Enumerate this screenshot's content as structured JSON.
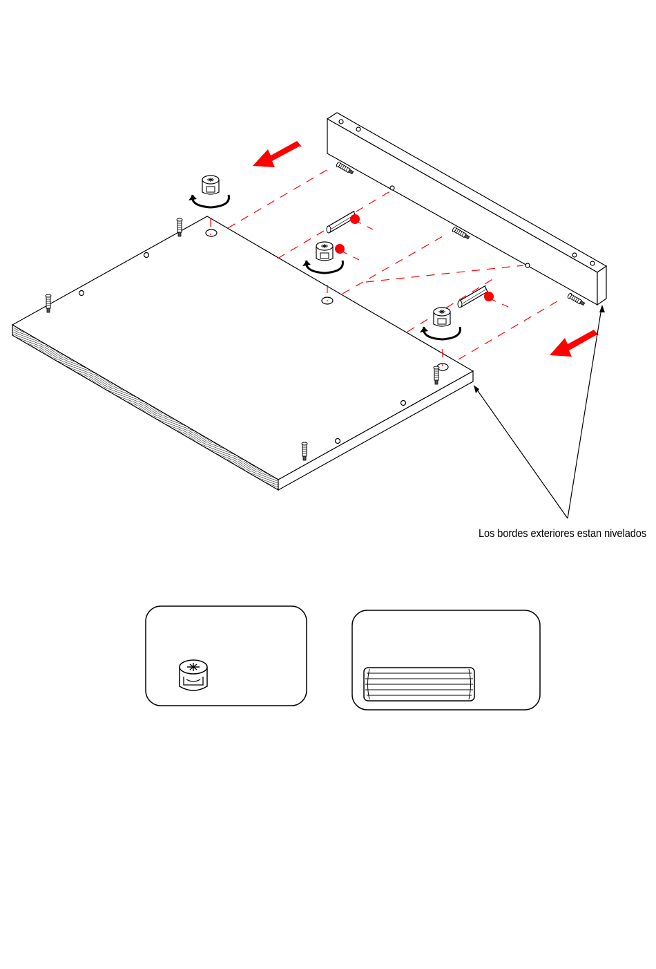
{
  "diagram": {
    "callout": "Los bordes exteriores estan nivelados"
  },
  "colors": {
    "arrow": "#ff0000",
    "line": "#000000",
    "background": "#ffffff"
  },
  "icons": {
    "cam_lock": "cam-lock-fitting",
    "dowel": "wooden-dowel",
    "cam_screw": "cam-bolt"
  }
}
